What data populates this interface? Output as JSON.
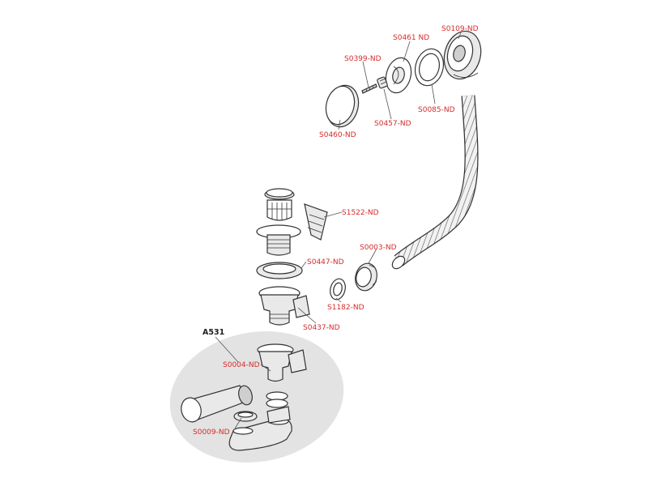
{
  "diagram": {
    "assembly_label": "A531",
    "parts": {
      "s0109": "S0109-ND",
      "s0461": "S0461 ND",
      "s0399": "S0399-ND",
      "s0085": "S0085-ND",
      "s0457": "S0457-ND",
      "s0460": "S0460-ND",
      "s1522": "S1522-ND",
      "s0003": "S0003-ND",
      "s0447": "S0447-ND",
      "s1182": "S1182-ND",
      "s0437": "S0437-ND",
      "s0004": "S0004-ND",
      "s0009": "S0009-ND"
    }
  }
}
